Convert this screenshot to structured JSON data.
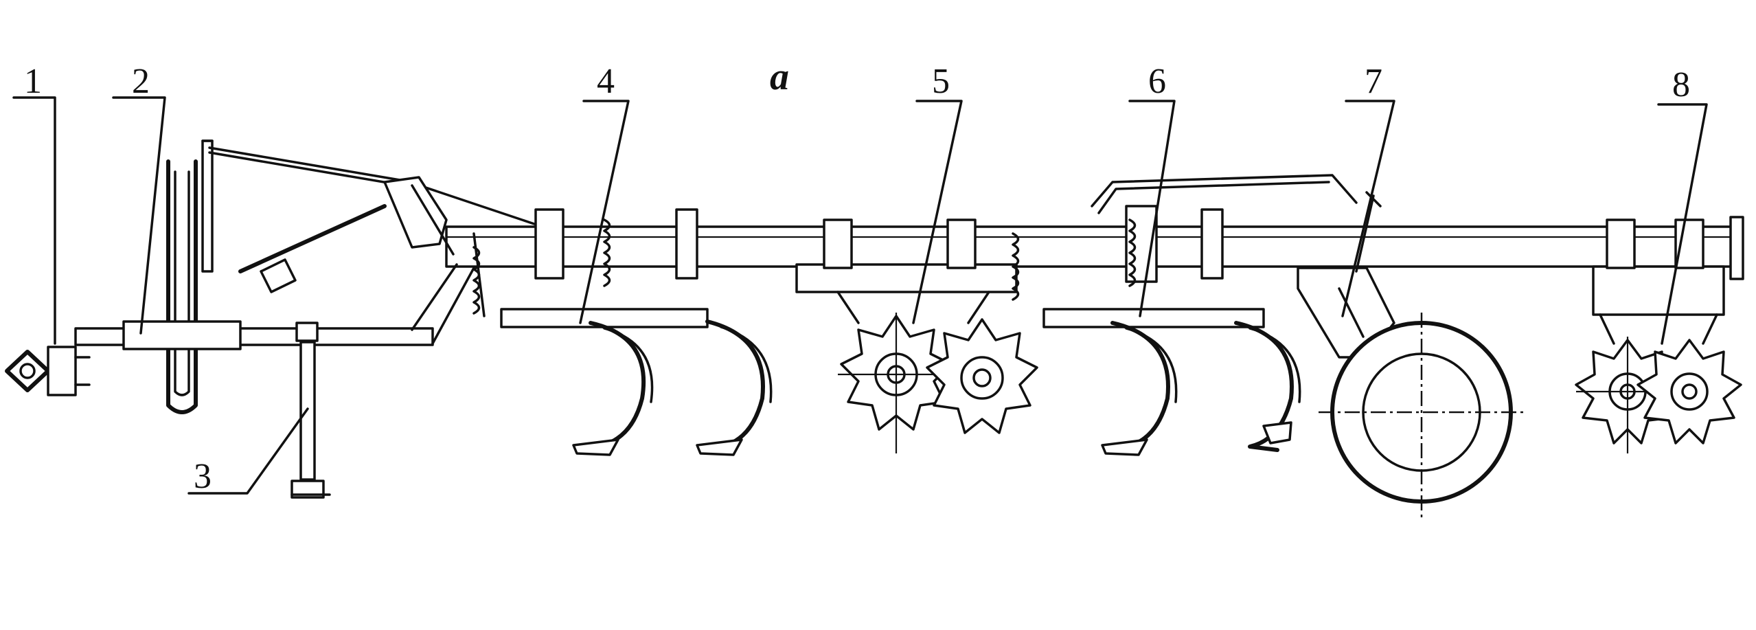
{
  "figure": {
    "panel_label": "a",
    "callouts": [
      "1",
      "2",
      "3",
      "4",
      "5",
      "6",
      "7",
      "8"
    ]
  },
  "colors": {
    "ink": "#111111",
    "background": "#ffffff"
  }
}
